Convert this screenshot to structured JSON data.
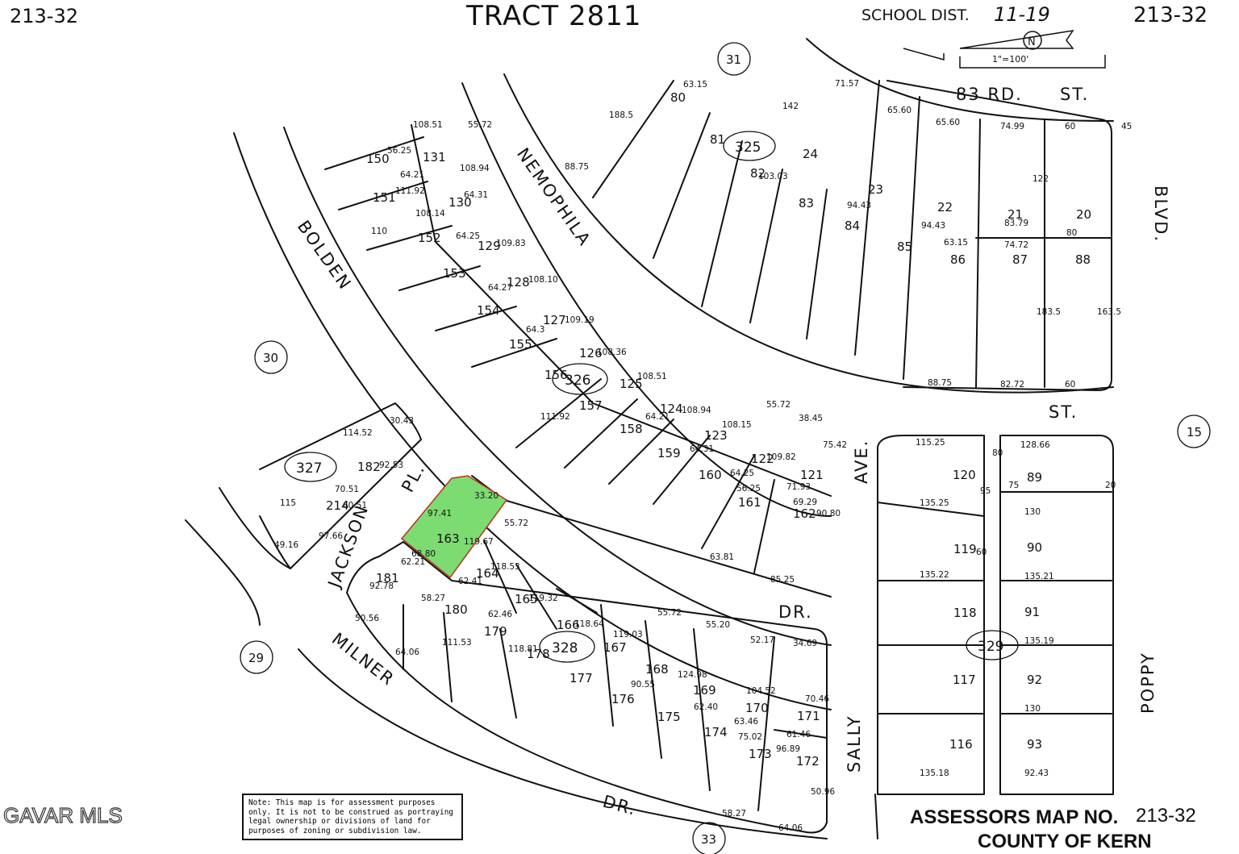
{
  "header": {
    "page_left": "213-32",
    "title": "TRACT 2811",
    "school_dist_label": "SCHOOL DIST.",
    "school_dist_value": "11-19",
    "page_right": "213-32"
  },
  "scale": {
    "north_circle": "N",
    "scale_text": "1\"=100'"
  },
  "streets": {
    "rd83": "83 RD.",
    "st_top": "ST.",
    "blvd": "BLVD.",
    "st_mid": "ST.",
    "nemophila": "NEMOPHILA",
    "bolden": "BOLDEN",
    "jackson": "JACKSON",
    "pl": "PL.",
    "ave": "AVE.",
    "dr_mid": "DR.",
    "milner": "MILNER",
    "dr_bottom": "DR.",
    "sally": "SALLY",
    "poppy": "POPPY"
  },
  "parcels_circled": [
    "31",
    "30",
    "29",
    "15",
    "33"
  ],
  "blocks": [
    "325",
    "326",
    "327",
    "328",
    "329"
  ],
  "highlight": {
    "parcel": "1",
    "lot": "163",
    "color": "#7cdc72"
  },
  "note": [
    "Note: This map is for assessment purposes",
    "only. It is not to be construed as portraying",
    "legal ownership or divisions of land for",
    "purposes of zoning or subdivision law."
  ],
  "footer": {
    "assessors_label": "ASSESSORS MAP NO.",
    "map_no": "213-32",
    "county": "COUNTY OF KERN"
  },
  "watermark": "GAVAR MLS",
  "lot_labels": [
    [
      "80",
      "831"
    ],
    [
      "81",
      "880"
    ],
    [
      "82",
      "930"
    ],
    [
      "83",
      "990"
    ],
    [
      "84",
      "1047"
    ],
    [
      "85",
      "1112"
    ],
    [
      "86",
      "1178"
    ],
    [
      "87",
      "1255"
    ],
    [
      "88",
      "1333"
    ],
    [
      "24",
      "995"
    ],
    [
      "23",
      "1076"
    ],
    [
      "22",
      "1162"
    ],
    [
      "21",
      "1249"
    ],
    [
      "20",
      "1334"
    ],
    [
      "150",
      "454"
    ],
    [
      "151",
      "462"
    ],
    [
      "152",
      "518"
    ],
    [
      "153",
      "549"
    ],
    [
      "154",
      "591"
    ],
    [
      "155",
      "631"
    ],
    [
      "156",
      "675"
    ],
    [
      "157",
      "718"
    ],
    [
      "158",
      "768"
    ],
    [
      "159",
      "815"
    ],
    [
      "160",
      "866"
    ],
    [
      "161",
      "915"
    ],
    [
      "162",
      "983"
    ],
    [
      "131",
      "524"
    ],
    [
      "130",
      "556"
    ],
    [
      "129",
      "592"
    ],
    [
      "128",
      "628"
    ],
    [
      "127",
      "673"
    ],
    [
      "126",
      "718"
    ],
    [
      "125",
      "768"
    ],
    [
      "124",
      "818"
    ],
    [
      "123",
      "873"
    ],
    [
      "122",
      "931"
    ],
    [
      "121",
      "992"
    ],
    [
      "120",
      "1181"
    ],
    [
      "119",
      "1182"
    ],
    [
      "118",
      "1182"
    ],
    [
      "117",
      "1181"
    ],
    [
      "116",
      "1177"
    ],
    [
      "89",
      "1273"
    ],
    [
      "90",
      "1273"
    ],
    [
      "91",
      "1270"
    ],
    [
      "92",
      "1273"
    ],
    [
      "93",
      "1273"
    ],
    [
      "182",
      "443"
    ],
    [
      "214",
      "404"
    ],
    [
      "163",
      "541"
    ],
    [
      "164",
      "590"
    ],
    [
      "165",
      "638"
    ],
    [
      "166",
      "690"
    ],
    [
      "167",
      "748"
    ],
    [
      "168",
      "800"
    ],
    [
      "169",
      "859"
    ],
    [
      "170",
      "924"
    ],
    [
      "171",
      "988"
    ],
    [
      "181",
      "466"
    ],
    [
      "180",
      "551"
    ],
    [
      "179",
      "600"
    ],
    [
      "178",
      "653"
    ],
    [
      "177",
      "706"
    ],
    [
      "176",
      "758"
    ],
    [
      "175",
      "815"
    ],
    [
      "174",
      "873"
    ],
    [
      "173",
      "928"
    ],
    [
      "172",
      "987"
    ]
  ],
  "dimensions": [
    "71.57",
    "65.60",
    "65.60",
    "74.99",
    "60",
    "45",
    "63.15",
    "103.03",
    "94.43",
    "94.43",
    "83.79",
    "80",
    "63.15",
    "74.72",
    "88.75",
    "82.72",
    "60",
    "188.5",
    "142",
    "122",
    "183.5",
    "163.5",
    "88.75",
    "108.51",
    "55.72",
    "56.25",
    "64.21",
    "108.94",
    "111.92",
    "108.14",
    "64.31",
    "110",
    "64.25",
    "109.83",
    "64.27",
    "108.10",
    "64.3",
    "109.19",
    "108.36",
    "108.51",
    "64.21",
    "108.94",
    "64.31",
    "108.15",
    "64.25",
    "109.82",
    "56.25",
    "71.93",
    "55.72",
    "38.45",
    "75.42",
    "69.29",
    "90.80",
    "85.25",
    "63.81",
    "111.92",
    "114.52",
    "30.43",
    "92.53",
    "70.51",
    "60.51",
    "97.66",
    "49.16",
    "115",
    "97.41",
    "33.20",
    "119.67",
    "68.80",
    "55.72",
    "62.21",
    "62.41",
    "118.53",
    "92.78",
    "58.27",
    "62.46",
    "119.32",
    "118.64",
    "119.03",
    "55.72",
    "55.20",
    "52.17",
    "34.69",
    "50.56",
    "64.06",
    "111.53",
    "118.81",
    "124.98",
    "104.52",
    "70.46",
    "61.46",
    "96.89",
    "50.96",
    "64.06",
    "58.27",
    "75.02",
    "63.46",
    "62.40",
    "90.55",
    "115.25",
    "128.66",
    "135.25",
    "130",
    "135.22",
    "135.21",
    "135.19",
    "130",
    "135.18",
    "92.43",
    "95",
    "75",
    "20",
    "80",
    "60"
  ]
}
